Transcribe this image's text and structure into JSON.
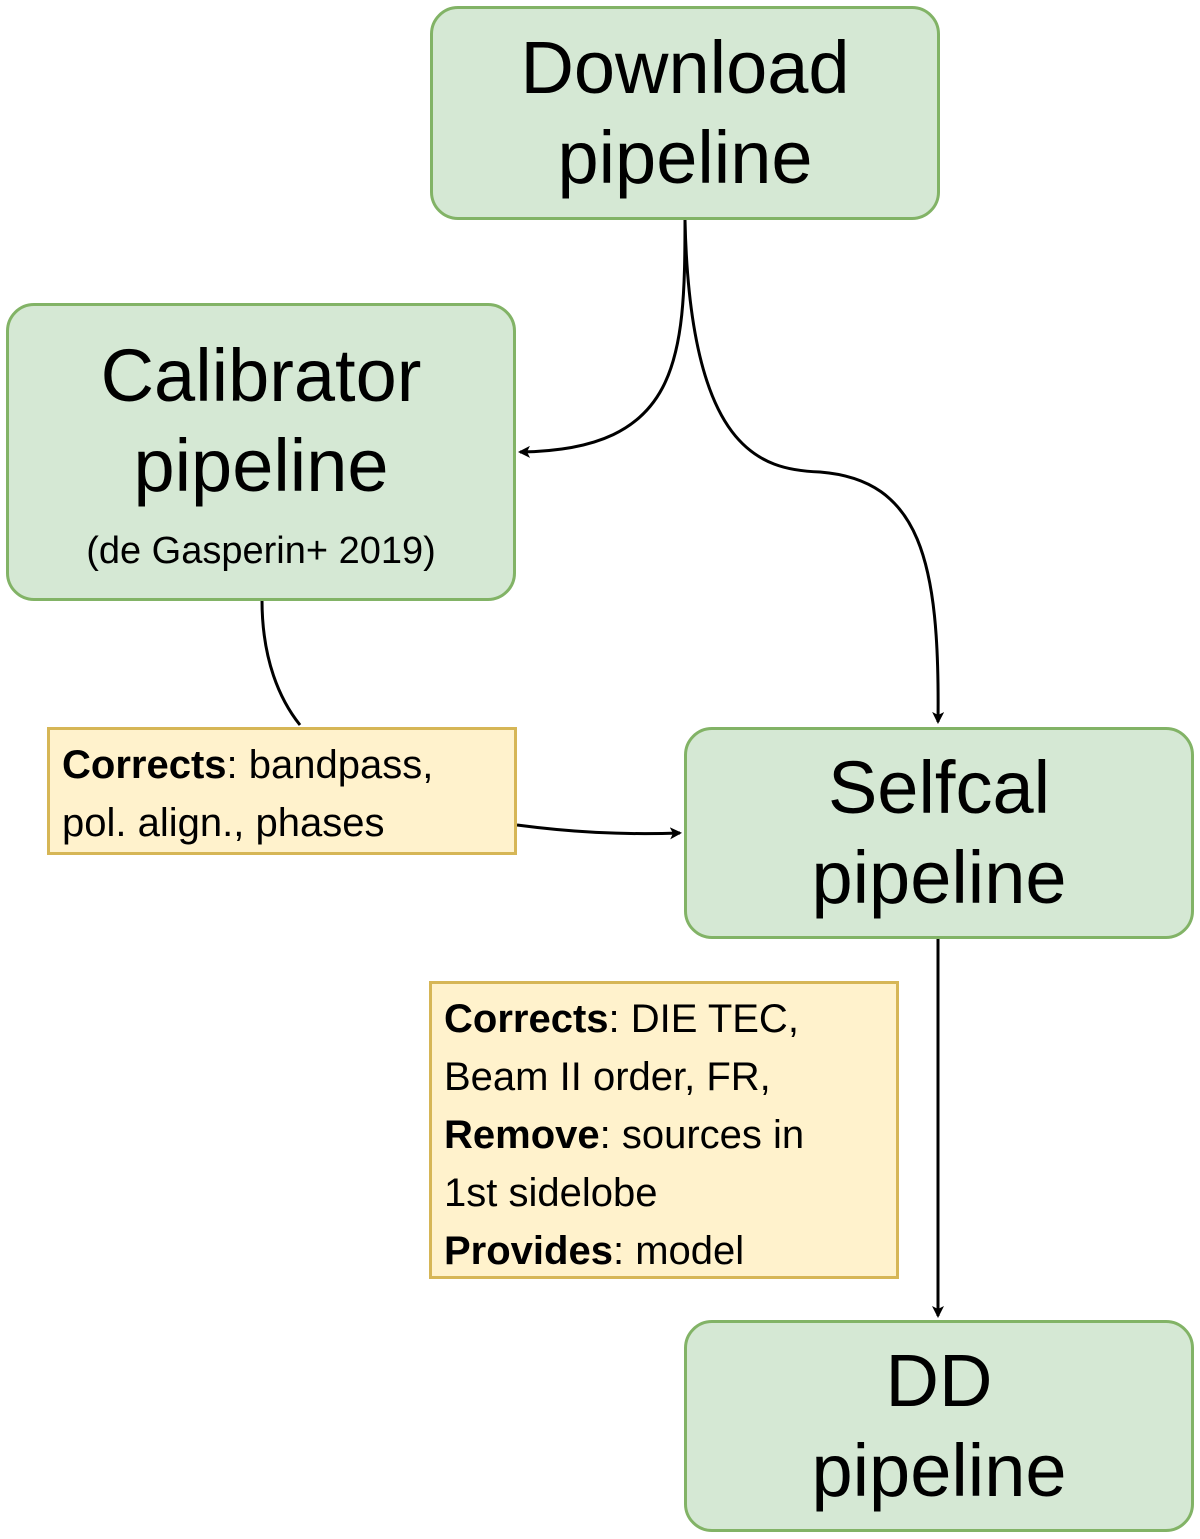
{
  "nodes": {
    "download": {
      "line1": "Download",
      "line2": "pipeline"
    },
    "calibrator": {
      "line1": "Calibrator",
      "line2": "pipeline",
      "citation": "(de Gasperin+ 2019)"
    },
    "selfcal": {
      "line1": "Selfcal",
      "line2": "pipeline"
    },
    "dd": {
      "line1": "DD",
      "line2": "pipeline"
    }
  },
  "notes": {
    "calibrator_output": {
      "l1_bold": "Corrects",
      "l1_rest": ": bandpass,",
      "l2": "pol. align., phases"
    },
    "selfcal_output": {
      "l1_bold": "Corrects",
      "l1_rest": ": DIE TEC,",
      "l2": "Beam II order, FR,",
      "l3_bold": "Remove",
      "l3_rest": ": sources in",
      "l4": "1st sidelobe",
      "l5_bold": "Provides",
      "l5_rest": ": model"
    }
  },
  "colors": {
    "node_fill": "#d5e8d4",
    "node_border": "#82b366",
    "note_fill": "#fff2cc",
    "note_border": "#d6b656",
    "edge": "#000000"
  }
}
